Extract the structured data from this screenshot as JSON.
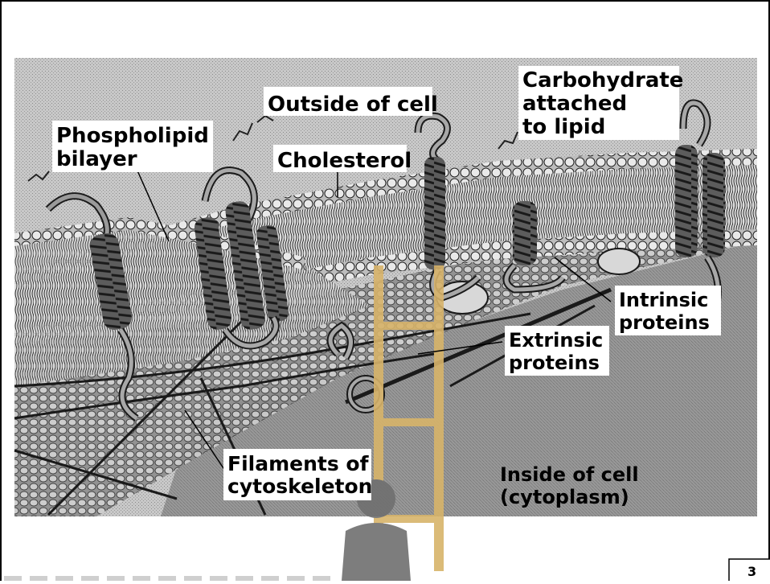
{
  "figure": {
    "page_number": "3",
    "labels": {
      "outside_of_cell": [
        "Outside of cell"
      ],
      "carbohydrate_attached_to_lipid": [
        "Carbohydrate",
        "attached",
        "to lipid"
      ],
      "phospholipid_bilayer": [
        "Phospholipid",
        "bilayer"
      ],
      "cholesterol": [
        "Cholesterol"
      ],
      "intrinsic_proteins": [
        "Intrinsic",
        "proteins"
      ],
      "extrinsic_proteins": [
        "Extrinsic",
        "proteins"
      ],
      "filaments_of_cytoskeleton": [
        "Filaments of",
        "cytoskeleton"
      ],
      "inside_of_cell": [
        "Inside of cell",
        "(cytoplasm)"
      ]
    },
    "watermark": "university emblem (person silhouette with gold ladder)"
  }
}
